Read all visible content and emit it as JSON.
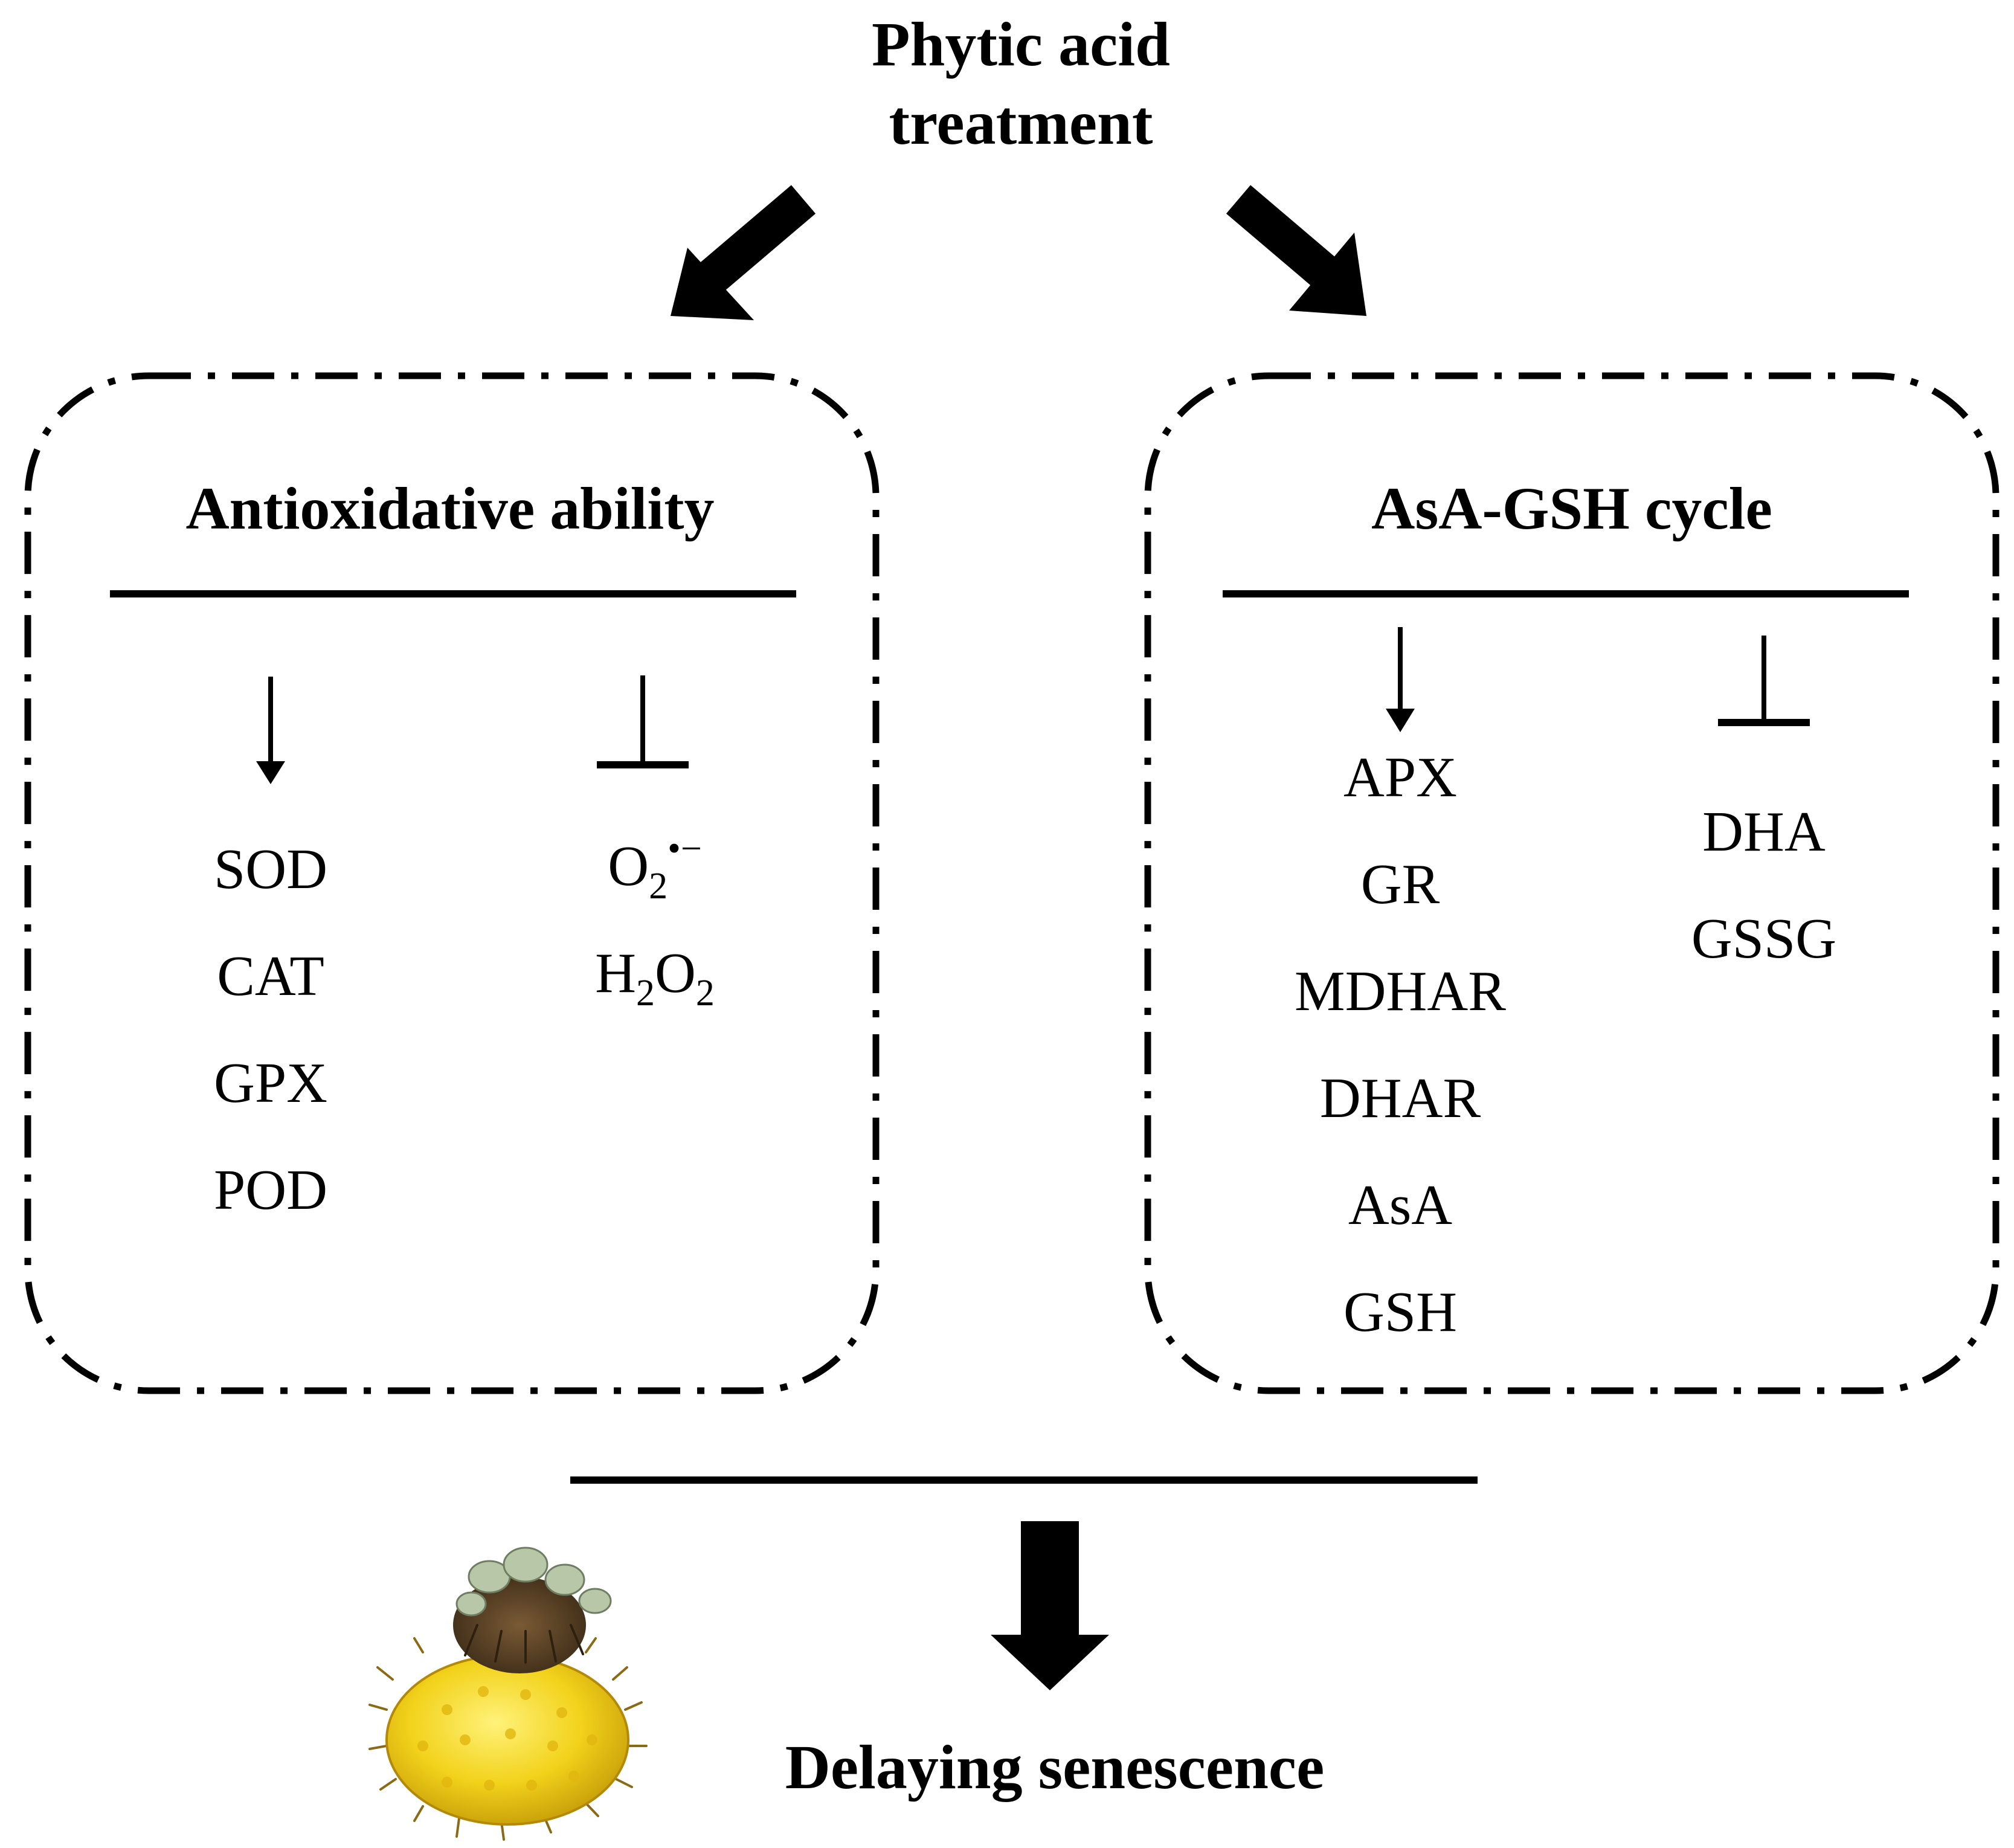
{
  "top": {
    "title_line1": "Phytic acid",
    "title_line2": "treatment"
  },
  "left_box": {
    "title": "Antioxidative ability",
    "increase_items": [
      "SOD",
      "CAT",
      "GPX",
      "POD"
    ],
    "decrease_items": [
      {
        "base": "O",
        "sub": "2",
        "sup": "•−"
      },
      {
        "parts": [
          {
            "t": "H"
          },
          {
            "t": "2",
            "sub": true
          },
          {
            "t": "O"
          },
          {
            "t": "2",
            "sub": true
          }
        ]
      }
    ]
  },
  "right_box": {
    "title": "AsA-GSH cycle",
    "increase_items": [
      "APX",
      "GR",
      "MDHAR",
      "DHAR",
      "AsA",
      "GSH"
    ],
    "decrease_items": [
      "DHA",
      "GSSG"
    ]
  },
  "bottom": {
    "outcome": "Delaying senescence",
    "image": "yellow-spiky-fruit"
  },
  "colors": {
    "ink": "#000000",
    "fruit_yellow": "#f2d21b",
    "fruit_top": "#4e3b22"
  }
}
